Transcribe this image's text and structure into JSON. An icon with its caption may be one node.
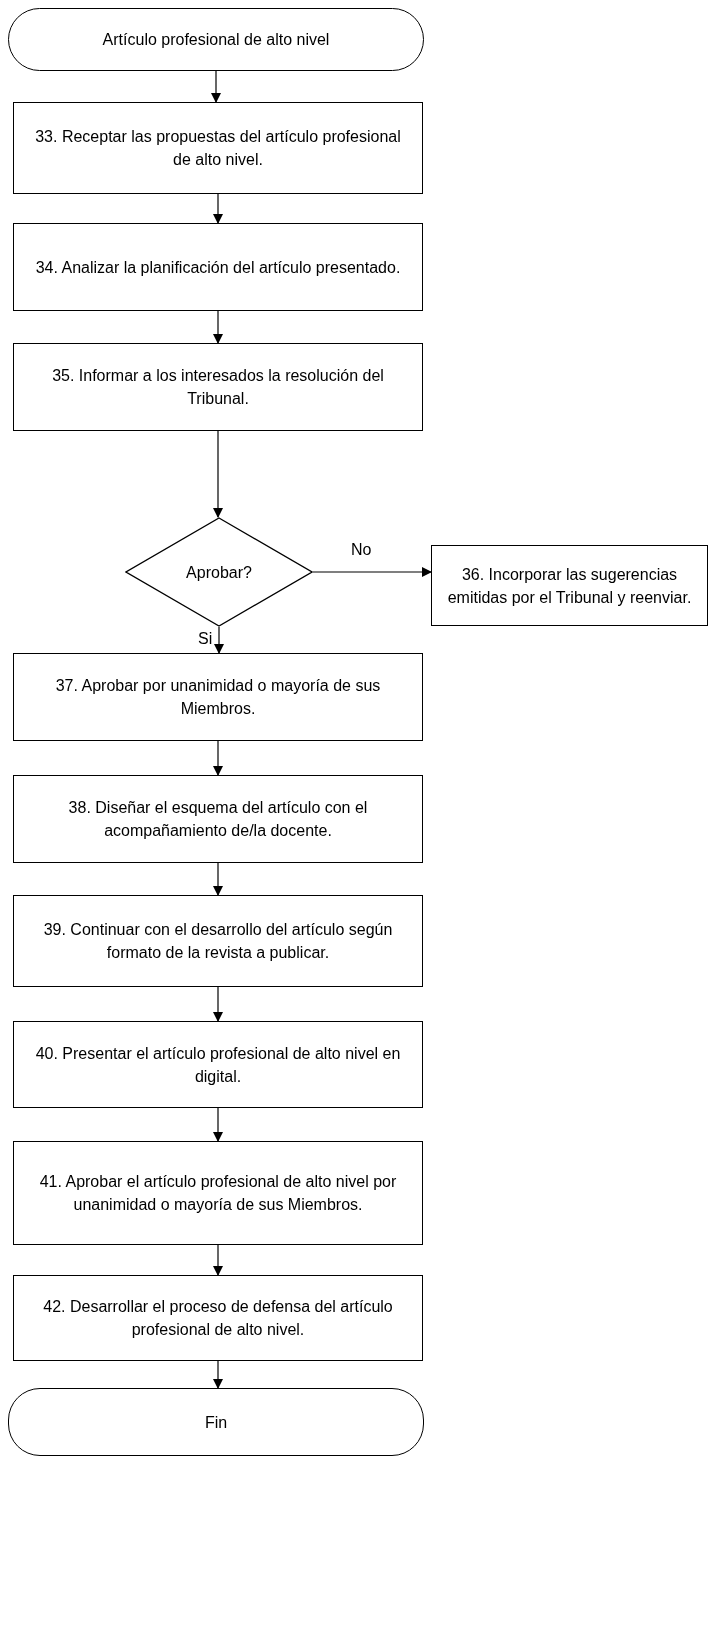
{
  "diagram": {
    "nodes": [
      {
        "text": [
          "Artículo profesional de alto nivel"
        ]
      },
      {
        "text": [
          "33. Receptar las propuestas del artículo profesional de alto nivel."
        ]
      },
      {
        "text": [
          "34. Analizar la planificación del artículo presentado."
        ]
      },
      {
        "text": [
          "35. Informar a los interesados la resolución del Tribunal."
        ]
      },
      {
        "text": [
          "Aprobar?"
        ]
      },
      {
        "text": [
          "36. Incorporar las sugerencias emitidas por el Tribunal y reenviar."
        ]
      },
      {
        "text": [
          "37. Aprobar por unanimidad o mayoría de sus Miembros."
        ]
      },
      {
        "text": [
          "38. Diseñar el esquema del artículo con el acompañamiento de/la docente."
        ]
      },
      {
        "text": [
          "39. Continuar con el desarrollo del artículo según formato de la revista a publicar."
        ]
      },
      {
        "text": [
          "40. Presentar el artículo profesional de alto nivel en digital."
        ]
      },
      {
        "text": [
          "41. Aprobar el artículo profesional de alto nivel por unanimidad o mayoría de sus Miembros."
        ]
      },
      {
        "text": [
          "42. Desarrollar el proceso de defensa del artículo profesional de alto nivel."
        ]
      },
      {
        "text": [
          "Fin"
        ]
      }
    ],
    "edges": [
      {
        "from": 0,
        "to": 1,
        "arrow": "to"
      },
      {
        "from": 1,
        "to": 2,
        "arrow": "to"
      },
      {
        "from": 2,
        "to": 3,
        "arrow": "to"
      },
      {
        "from": 3,
        "to": 4,
        "arrow": "to"
      },
      {
        "from": 4,
        "to": 5,
        "arrow": "to",
        "label": "No"
      },
      {
        "from": 4,
        "to": 6,
        "arrow": "to",
        "label": "Si"
      },
      {
        "from": 6,
        "to": 7,
        "arrow": "to"
      },
      {
        "from": 7,
        "to": 8,
        "arrow": "to"
      },
      {
        "from": 8,
        "to": 9,
        "arrow": "to"
      },
      {
        "from": 9,
        "to": 10,
        "arrow": "to"
      },
      {
        "from": 10,
        "to": 11,
        "arrow": "to"
      },
      {
        "from": 11,
        "to": 12,
        "arrow": "to"
      }
    ]
  }
}
